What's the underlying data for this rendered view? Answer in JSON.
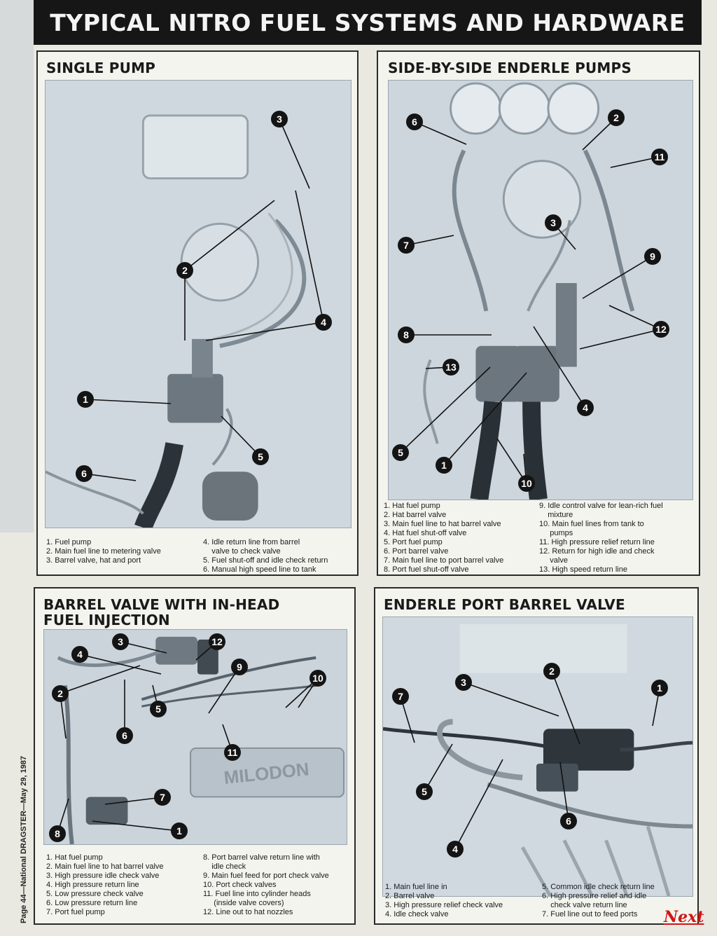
{
  "header": {
    "title": "TYPICAL NITRO FUEL SYSTEMS AND HARDWARE"
  },
  "panels": {
    "single_pump": {
      "title": "SINGLE PUMP",
      "legend_left": [
        "1. Fuel pump",
        "2. Main fuel line to metering valve",
        "3. Barrel valve, hat and port"
      ],
      "legend_right": [
        "4. Idle return line from barrel\n    valve to check valve",
        "5. Fuel shut-off and idle check return",
        "6. Manual high speed line to tank"
      ]
    },
    "side_by_side": {
      "title": "SIDE-BY-SIDE ENDERLE PUMPS",
      "legend_left": [
        "1. Hat fuel pump",
        "2. Hat barrel valve",
        "3. Main fuel line to hat barrel valve",
        "4. Hat fuel shut-off valve",
        "5. Port fuel pump",
        "6. Port barrel valve",
        "7. Main fuel line to port barrel valve",
        "8. Port fuel shut-off valve"
      ],
      "legend_right": [
        "9. Idle control valve for lean-rich fuel\n    mixture",
        "10. Main fuel lines from tank to\n     pumps",
        "11. High pressure relief return line",
        "12. Return for high idle and check\n     valve",
        "13. High speed return line"
      ]
    },
    "in_head": {
      "title_line1": "BARREL VALVE WITH IN-HEAD",
      "title_line2": "FUEL INJECTION",
      "legend_left": [
        "1. Hat fuel pump",
        "2. Main fuel line to hat barrel valve",
        "3. High pressure idle check valve",
        "4. High pressure return line",
        "5. Low pressure check valve",
        "6. Low pressure return line",
        "7. Port fuel pump"
      ],
      "legend_right": [
        "8. Port barrel valve return line with\n    idle check",
        "9. Main fuel feed for port check valve",
        "10. Port check valves",
        "11. Fuel line into cylinder heads\n     (inside valve covers)",
        "12. Line out to hat nozzles"
      ]
    },
    "enderle_port": {
      "title": "ENDERLE PORT BARREL VALVE",
      "legend_left": [
        "1. Main fuel line in",
        "2. Barrel valve",
        "3. High pressure relief check valve",
        "4. Idle check valve"
      ],
      "legend_right": [
        "5. Common idle check return line",
        "6. High pressure relief and idle\n    check valve return line",
        "7. Fuel line out to feed ports"
      ]
    }
  },
  "callouts": {
    "single_pump": [
      "1",
      "2",
      "3",
      "4",
      "5",
      "6"
    ],
    "side_by_side": [
      "1",
      "2",
      "3",
      "4",
      "5",
      "6",
      "7",
      "8",
      "9",
      "10",
      "11",
      "12",
      "13"
    ],
    "in_head": [
      "1",
      "2",
      "3",
      "4",
      "5",
      "6",
      "7",
      "8",
      "9",
      "10",
      "11",
      "12"
    ],
    "enderle_port": [
      "1",
      "2",
      "3",
      "4",
      "5",
      "6",
      "7"
    ]
  },
  "footer": {
    "side_caption": "Page 44—National DRAGSTER—May 29, 1987",
    "next_label": "Next"
  },
  "colors": {
    "banner": "#161616",
    "next": "#d01515",
    "photo": "#c9d3db"
  }
}
